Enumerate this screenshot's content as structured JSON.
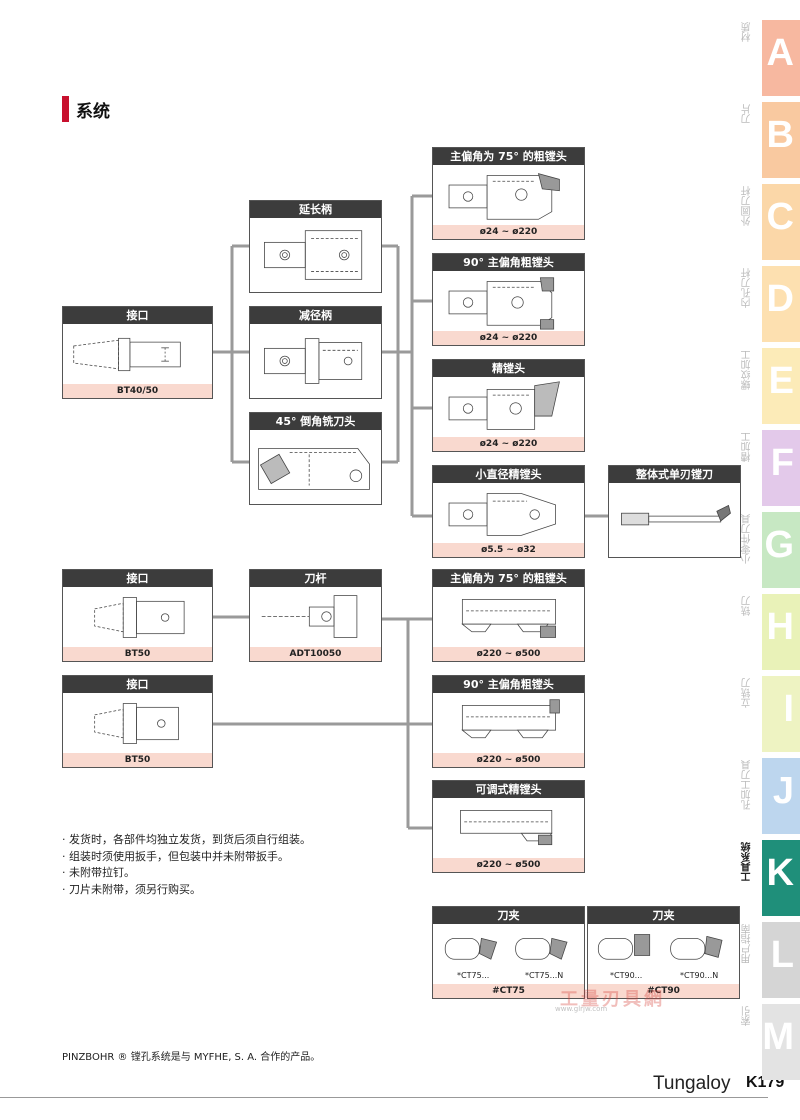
{
  "page": {
    "title": "系统",
    "brand": "Tungaloy",
    "page_no": "K179"
  },
  "boxes": {
    "b1": {
      "title": "接口",
      "footer": "BT40/50"
    },
    "b2": {
      "title": "延长柄",
      "footer": ""
    },
    "b3": {
      "title": "减径柄",
      "footer": ""
    },
    "b4": {
      "title": "45° 倒角铣刀头",
      "footer": ""
    },
    "b5": {
      "title": "主偏角为 75° 的粗镗头",
      "footer": "ø24 ~ ø220"
    },
    "b6": {
      "title": "90° 主偏角粗镗头",
      "footer": "ø24 ~ ø220"
    },
    "b7": {
      "title": "精镗头",
      "footer": "ø24 ~ ø220"
    },
    "b8": {
      "title": "小直径精镗头",
      "footer": "ø5.5 ~ ø32"
    },
    "b9": {
      "title": "整体式单刃镗刀",
      "footer": ""
    },
    "b10": {
      "title": "接口",
      "footer": "BT50"
    },
    "b11": {
      "title": "刀杆",
      "footer": "ADT10050"
    },
    "b12": {
      "title": "主偏角为 75° 的粗镗头",
      "footer": "ø220 ~ ø500"
    },
    "b13": {
      "title": "接口",
      "footer": "BT50"
    },
    "b14": {
      "title": "90° 主偏角粗镗头",
      "footer": "ø220 ~ ø500"
    },
    "b15": {
      "title": "可调式精镗头",
      "footer": "ø220 ~ ø500"
    },
    "b16": {
      "title": "刀夹",
      "footer": "#CT75",
      "left_caption": "*CT75...",
      "right_caption": "*CT75...N"
    },
    "b17": {
      "title": "刀夹",
      "footer": "#CT90",
      "left_caption": "*CT90...",
      "right_caption": "*CT90...N"
    }
  },
  "notes": [
    "· 发货时，各部件均独立发货，到货后须自行组装。",
    "· 组装时须使用扳手，但包装中并未附带扳手。",
    "· 未附带拉钉。",
    "· 刀片未附带，须另行购买。"
  ],
  "footnote": "PINZBOHR ® 镗孔系统是与 MYFHE, S. A. 合作的产品。",
  "watermark": {
    "text": "工量刃具網",
    "url": "www.glrjw.com"
  },
  "side_tabs": [
    {
      "letter": "A",
      "label": "材质",
      "color": "#f7b8a0",
      "active": false
    },
    {
      "letter": "B",
      "label": "刀片",
      "color": "#f9c9a0",
      "active": false
    },
    {
      "letter": "C",
      "label": "外圆刀杆",
      "color": "#fbd7a8",
      "active": false
    },
    {
      "letter": "D",
      "label": "内孔刀杆",
      "color": "#fde0b0",
      "active": false
    },
    {
      "letter": "E",
      "label": "螺纹加工",
      "color": "#fcebb8",
      "active": false
    },
    {
      "letter": "F",
      "label": "槽加工",
      "color": "#e3c9ea",
      "active": false
    },
    {
      "letter": "G",
      "label": "小零件刀具",
      "color": "#c7e8c3",
      "active": false
    },
    {
      "letter": "H",
      "label": "铣刀",
      "color": "#e9f2b8",
      "active": false
    },
    {
      "letter": "I",
      "label": "立铣刀",
      "color": "#eef3c2",
      "active": false
    },
    {
      "letter": "J",
      "label": "孔加工刀具",
      "color": "#bdd6ee",
      "active": false
    },
    {
      "letter": "K",
      "label": "工具系统",
      "color": "#1f8f7a",
      "active": true
    },
    {
      "letter": "L",
      "label": "用户指南",
      "color": "#d5d5d5",
      "active": false
    },
    {
      "letter": "M",
      "label": "索引",
      "color": "#e3e3e3",
      "active": false
    }
  ]
}
